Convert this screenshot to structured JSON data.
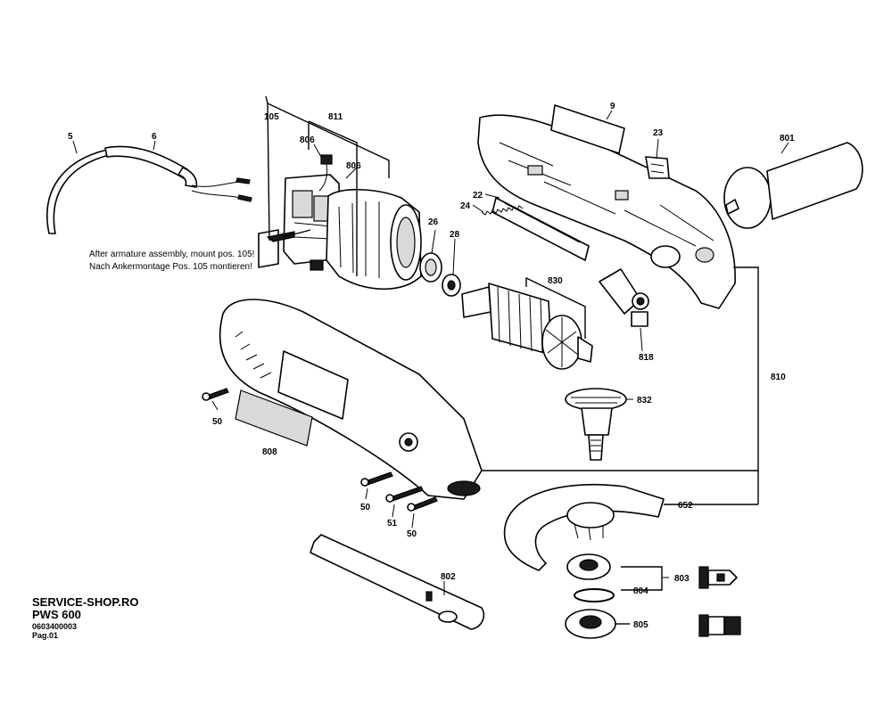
{
  "assembly_note": {
    "line_en": "After armature assembly, mount pos. 105!",
    "line_de": "Nach Ankermontage Pos. 105 montieren!"
  },
  "part_labels": {
    "p5": "5",
    "p6": "6",
    "p105": "105",
    "p811": "811",
    "p806a": "806",
    "p806b": "806",
    "p26": "26",
    "p28": "28",
    "p9": "9",
    "p23": "23",
    "p801": "801",
    "p22": "22",
    "p24": "24",
    "p830": "830",
    "p818": "818",
    "p810": "810",
    "p832": "832",
    "p50a": "50",
    "p808": "808",
    "p50b": "50",
    "p51": "51",
    "p50c": "50",
    "p652": "652",
    "p802": "802",
    "p803": "803",
    "p804": "804",
    "p805": "805"
  },
  "footer": {
    "shop": "SERVICE-SHOP.RO",
    "model": "PWS 600",
    "number": "0603400003",
    "page": "Pag.01"
  }
}
